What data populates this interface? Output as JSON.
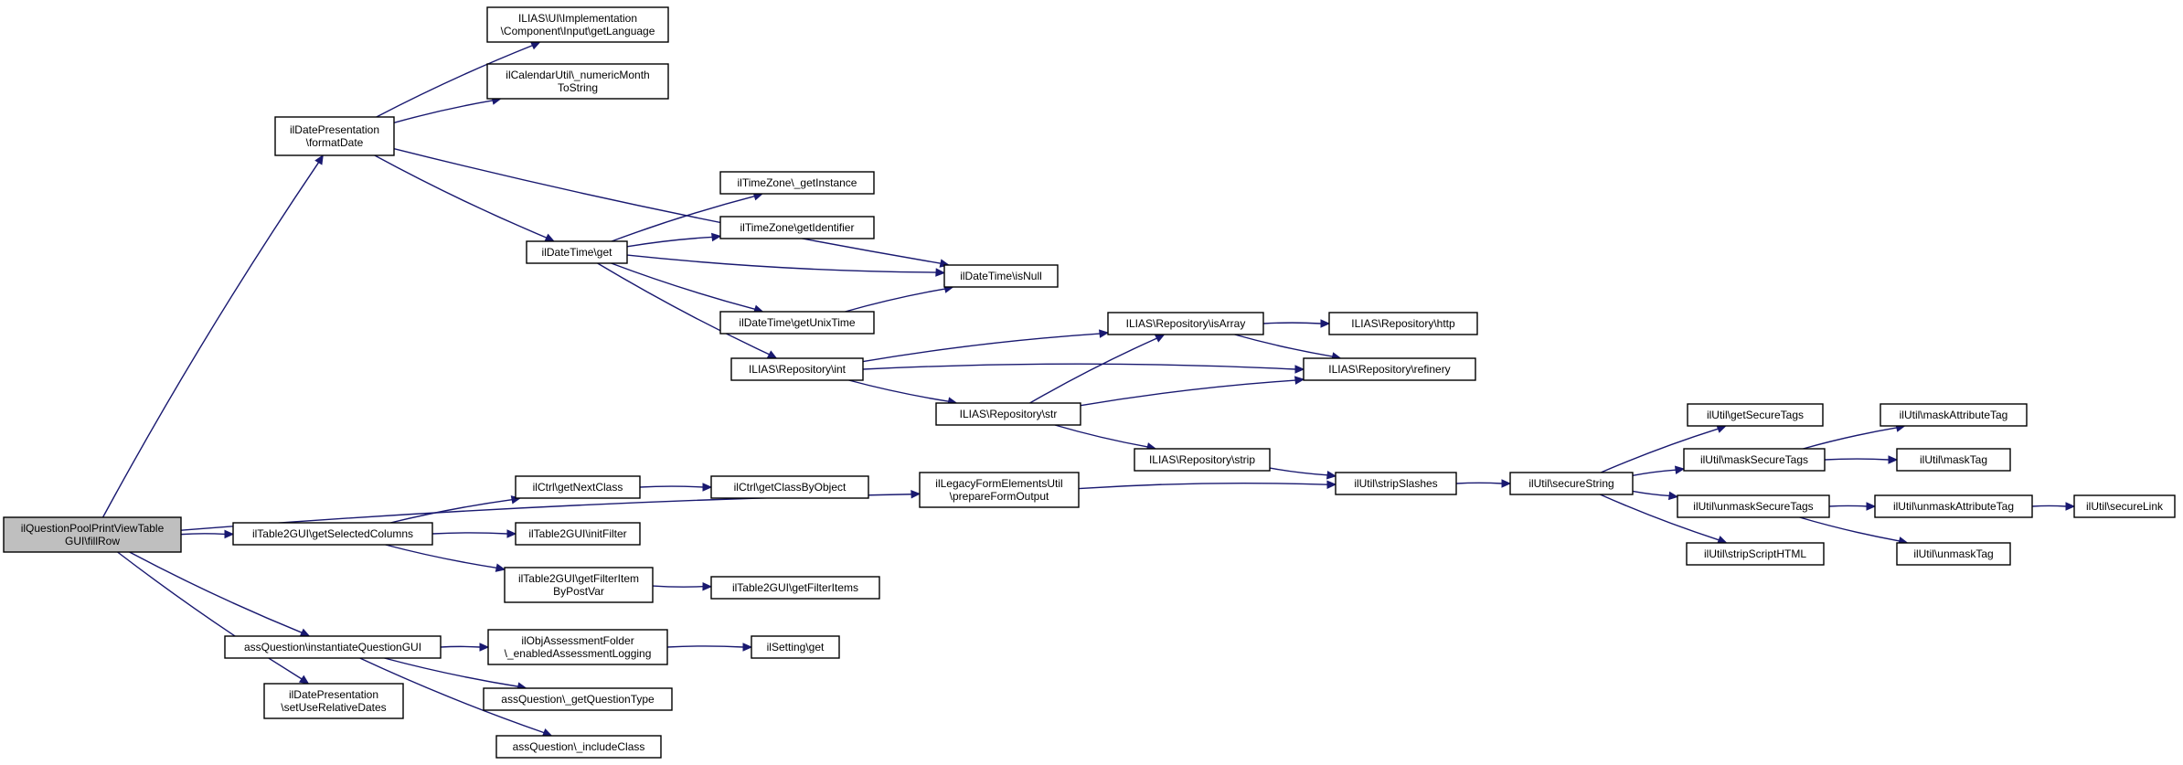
{
  "colors": {
    "edge": "#191970",
    "root_fill": "#bfbfbf",
    "node_fill": "#ffffff",
    "border": "#000000"
  },
  "nodes": [
    {
      "id": "root",
      "lines": [
        "ilQuestionPoolPrintViewTable",
        "GUI\\fillRow"
      ]
    },
    {
      "id": "uiGetLanguage",
      "lines": [
        "ILIAS\\UI\\Implementation",
        "\\Component\\Input\\getLanguage"
      ]
    },
    {
      "id": "calNumericMonth",
      "lines": [
        "ilCalendarUtil\\_numericMonth",
        "ToString"
      ]
    },
    {
      "id": "formatDate",
      "lines": [
        "ilDatePresentation",
        "\\formatDate"
      ]
    },
    {
      "id": "tzGetInstance",
      "lines": [
        "ilTimeZone\\_getInstance"
      ]
    },
    {
      "id": "tzGetIdentifier",
      "lines": [
        "ilTimeZone\\getIdentifier"
      ]
    },
    {
      "id": "dtGet",
      "lines": [
        "ilDateTime\\get"
      ]
    },
    {
      "id": "dtIsNull",
      "lines": [
        "ilDateTime\\isNull"
      ]
    },
    {
      "id": "dtGetUnixTime",
      "lines": [
        "ilDateTime\\getUnixTime"
      ]
    },
    {
      "id": "repoIsArray",
      "lines": [
        "ILIAS\\Repository\\isArray"
      ]
    },
    {
      "id": "repoHttp",
      "lines": [
        "ILIAS\\Repository\\http"
      ]
    },
    {
      "id": "repoInt",
      "lines": [
        "ILIAS\\Repository\\int"
      ]
    },
    {
      "id": "repoRefinery",
      "lines": [
        "ILIAS\\Repository\\refinery"
      ]
    },
    {
      "id": "repoStr",
      "lines": [
        "ILIAS\\Repository\\str"
      ]
    },
    {
      "id": "repoStrip",
      "lines": [
        "ILIAS\\Repository\\strip"
      ]
    },
    {
      "id": "legacyForm",
      "lines": [
        "ilLegacyFormElementsUtil",
        "\\prepareFormOutput"
      ]
    },
    {
      "id": "stripSlashes",
      "lines": [
        "ilUtil\\stripSlashes"
      ]
    },
    {
      "id": "secureString",
      "lines": [
        "ilUtil\\secureString"
      ]
    },
    {
      "id": "getSecureTags",
      "lines": [
        "ilUtil\\getSecureTags"
      ]
    },
    {
      "id": "maskSecureTags",
      "lines": [
        "ilUtil\\maskSecureTags"
      ]
    },
    {
      "id": "unmaskSecureTags",
      "lines": [
        "ilUtil\\unmaskSecureTags"
      ]
    },
    {
      "id": "stripScriptHTML",
      "lines": [
        "ilUtil\\stripScriptHTML"
      ]
    },
    {
      "id": "maskAttributeTag",
      "lines": [
        "ilUtil\\maskAttributeTag"
      ]
    },
    {
      "id": "maskTag",
      "lines": [
        "ilUtil\\maskTag"
      ]
    },
    {
      "id": "unmaskAttributeTag",
      "lines": [
        "ilUtil\\unmaskAttributeTag"
      ]
    },
    {
      "id": "secureLink",
      "lines": [
        "ilUtil\\secureLink"
      ]
    },
    {
      "id": "unmaskTag",
      "lines": [
        "ilUtil\\unmaskTag"
      ]
    },
    {
      "id": "ctrlGetNextClass",
      "lines": [
        "ilCtrl\\getNextClass"
      ]
    },
    {
      "id": "ctrlGetClassByObject",
      "lines": [
        "ilCtrl\\getClassByObject"
      ]
    },
    {
      "id": "tblSelCols",
      "lines": [
        "ilTable2GUI\\getSelectedColumns"
      ]
    },
    {
      "id": "tblInitFilter",
      "lines": [
        "ilTable2GUI\\initFilter"
      ]
    },
    {
      "id": "tblFilterItemByPost",
      "lines": [
        "ilTable2GUI\\getFilterItem",
        "ByPostVar"
      ]
    },
    {
      "id": "tblGetFilterItems",
      "lines": [
        "ilTable2GUI\\getFilterItems"
      ]
    },
    {
      "id": "instQuestionGUI",
      "lines": [
        "assQuestion\\instantiateQuestionGUI"
      ]
    },
    {
      "id": "objAssessFolder",
      "lines": [
        "ilObjAssessmentFolder",
        "\\_enabledAssessmentLogging"
      ]
    },
    {
      "id": "settingGet",
      "lines": [
        "ilSetting\\get"
      ]
    },
    {
      "id": "getQuestionType",
      "lines": [
        "assQuestion\\_getQuestionType"
      ]
    },
    {
      "id": "includeClass",
      "lines": [
        "assQuestion\\_includeClass"
      ]
    },
    {
      "id": "setRelativeDates",
      "lines": [
        "ilDatePresentation",
        "\\setUseRelativeDates"
      ]
    }
  ],
  "edges": [
    [
      "root",
      "formatDate"
    ],
    [
      "root",
      "legacyForm"
    ],
    [
      "root",
      "tblSelCols"
    ],
    [
      "root",
      "instQuestionGUI"
    ],
    [
      "root",
      "setRelativeDates"
    ],
    [
      "formatDate",
      "uiGetLanguage"
    ],
    [
      "formatDate",
      "calNumericMonth"
    ],
    [
      "formatDate",
      "dtGet"
    ],
    [
      "formatDate",
      "dtIsNull"
    ],
    [
      "dtGet",
      "tzGetInstance"
    ],
    [
      "dtGet",
      "tzGetIdentifier"
    ],
    [
      "dtGet",
      "dtIsNull"
    ],
    [
      "dtGet",
      "dtGetUnixTime"
    ],
    [
      "dtGet",
      "repoInt"
    ],
    [
      "dtGetUnixTime",
      "dtIsNull"
    ],
    [
      "repoInt",
      "repoIsArray"
    ],
    [
      "repoInt",
      "repoRefinery"
    ],
    [
      "repoInt",
      "repoStr"
    ],
    [
      "repoStr",
      "repoIsArray"
    ],
    [
      "repoStr",
      "repoRefinery"
    ],
    [
      "repoStr",
      "repoStrip"
    ],
    [
      "repoIsArray",
      "repoHttp"
    ],
    [
      "repoIsArray",
      "repoRefinery"
    ],
    [
      "repoStrip",
      "stripSlashes"
    ],
    [
      "legacyForm",
      "stripSlashes"
    ],
    [
      "stripSlashes",
      "secureString"
    ],
    [
      "secureString",
      "getSecureTags"
    ],
    [
      "secureString",
      "maskSecureTags"
    ],
    [
      "secureString",
      "unmaskSecureTags"
    ],
    [
      "secureString",
      "stripScriptHTML"
    ],
    [
      "maskSecureTags",
      "maskAttributeTag"
    ],
    [
      "maskSecureTags",
      "maskTag"
    ],
    [
      "unmaskSecureTags",
      "unmaskAttributeTag"
    ],
    [
      "unmaskSecureTags",
      "unmaskTag"
    ],
    [
      "unmaskAttributeTag",
      "secureLink"
    ],
    [
      "tblSelCols",
      "ctrlGetNextClass"
    ],
    [
      "tblSelCols",
      "tblInitFilter"
    ],
    [
      "tblSelCols",
      "tblFilterItemByPost"
    ],
    [
      "ctrlGetNextClass",
      "ctrlGetClassByObject"
    ],
    [
      "tblFilterItemByPost",
      "tblGetFilterItems"
    ],
    [
      "instQuestionGUI",
      "objAssessFolder"
    ],
    [
      "instQuestionGUI",
      "getQuestionType"
    ],
    [
      "instQuestionGUI",
      "includeClass"
    ],
    [
      "objAssessFolder",
      "settingGet"
    ]
  ]
}
